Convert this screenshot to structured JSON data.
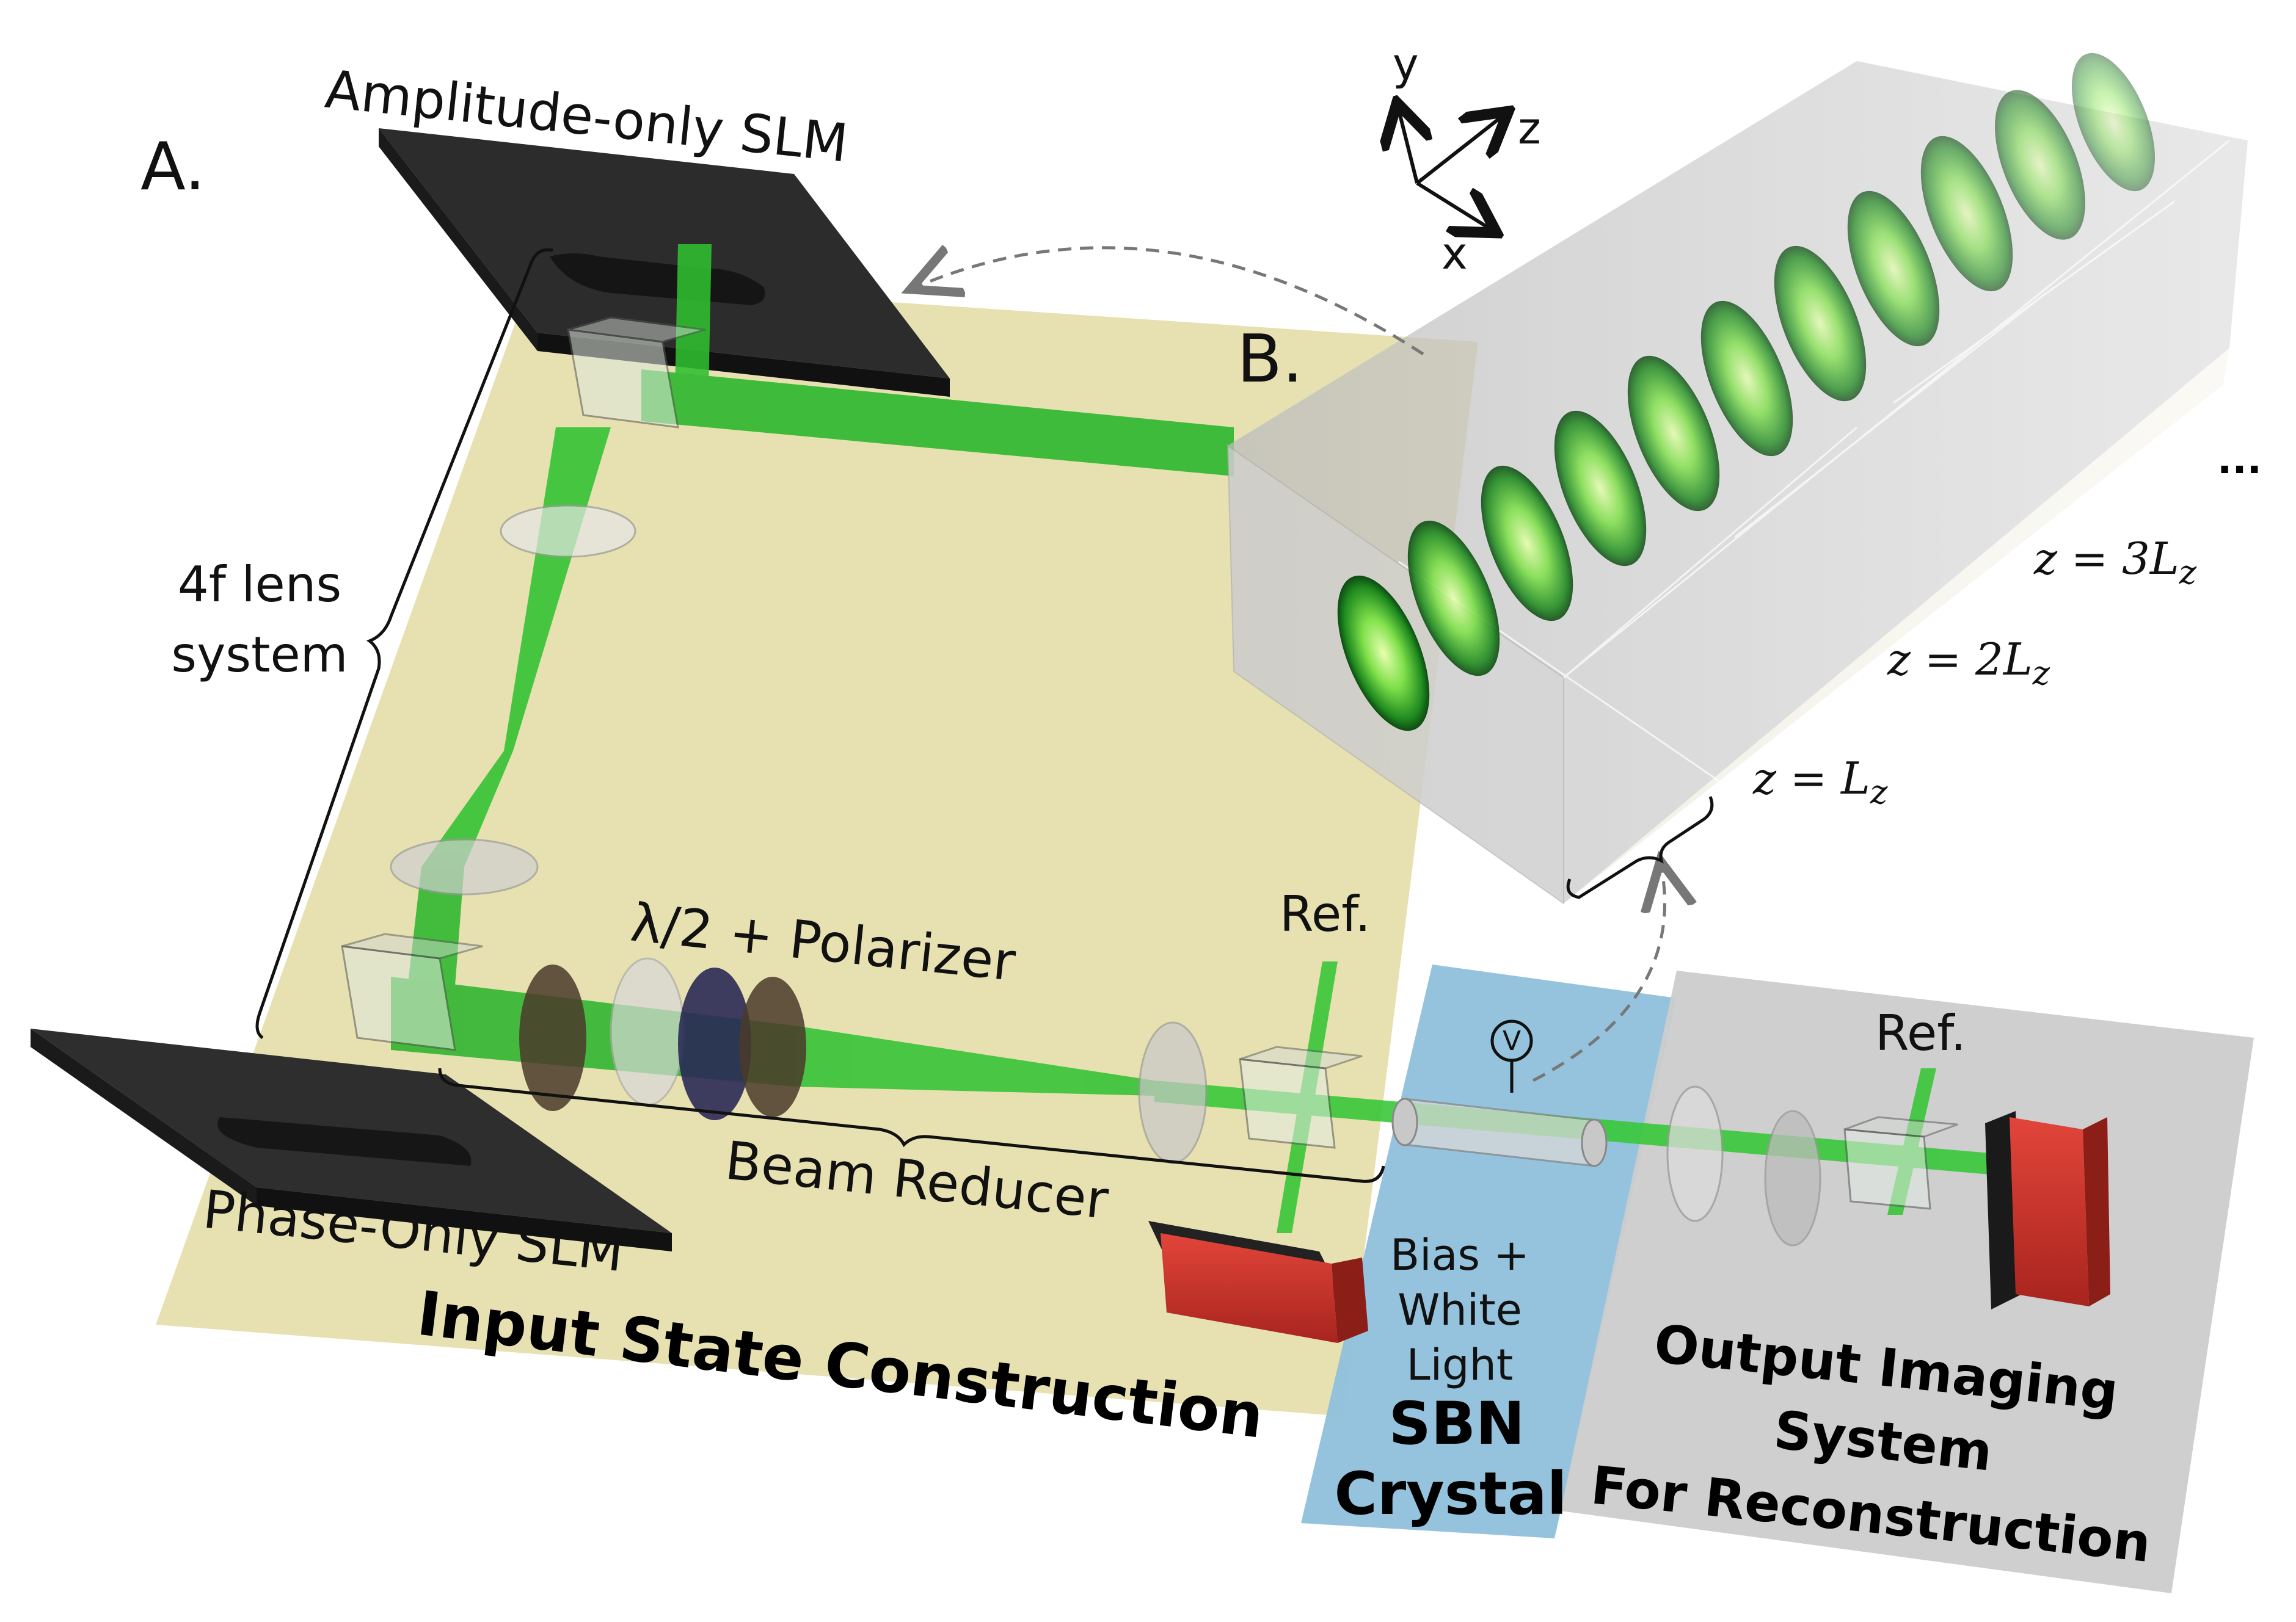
{
  "panel_labels": {
    "a": "A.",
    "b": "B."
  },
  "labels": {
    "amplitude_slm": "Amplitude-only SLM",
    "phase_slm": "Phase-Only SLM",
    "lens_system_line1": "4f lens",
    "lens_system_line2": "system",
    "waveplate_polarizer": "λ/2 + Polarizer",
    "beam_reducer": "Beam Reducer",
    "ref_left": "Ref.",
    "ref_right": "Ref.",
    "voltage_symbol": "V",
    "bias_line1": "Bias +",
    "bias_line2": "White",
    "bias_line3": "Light",
    "crystal_line1": "SBN",
    "crystal_line2": "Crystal",
    "input_state": "Input State Construction",
    "output_line1": "Output Imaging",
    "output_line2": "System",
    "output_line3": "For Reconstruction"
  },
  "axes": {
    "y": "y",
    "z": "z",
    "x": "x"
  },
  "planes": {
    "z1": "z = L",
    "z2": "z = 2L",
    "z3": "z = 3L",
    "subscript": "z",
    "ellipsis": "..."
  },
  "colors": {
    "beam": "#2fbf2f",
    "input_panel": "#e6dfae",
    "crystal_panel": "#8fc0dc",
    "output_panel": "#cfcfcf",
    "slm": "#3a3a3a",
    "camera": "#d0342c"
  }
}
